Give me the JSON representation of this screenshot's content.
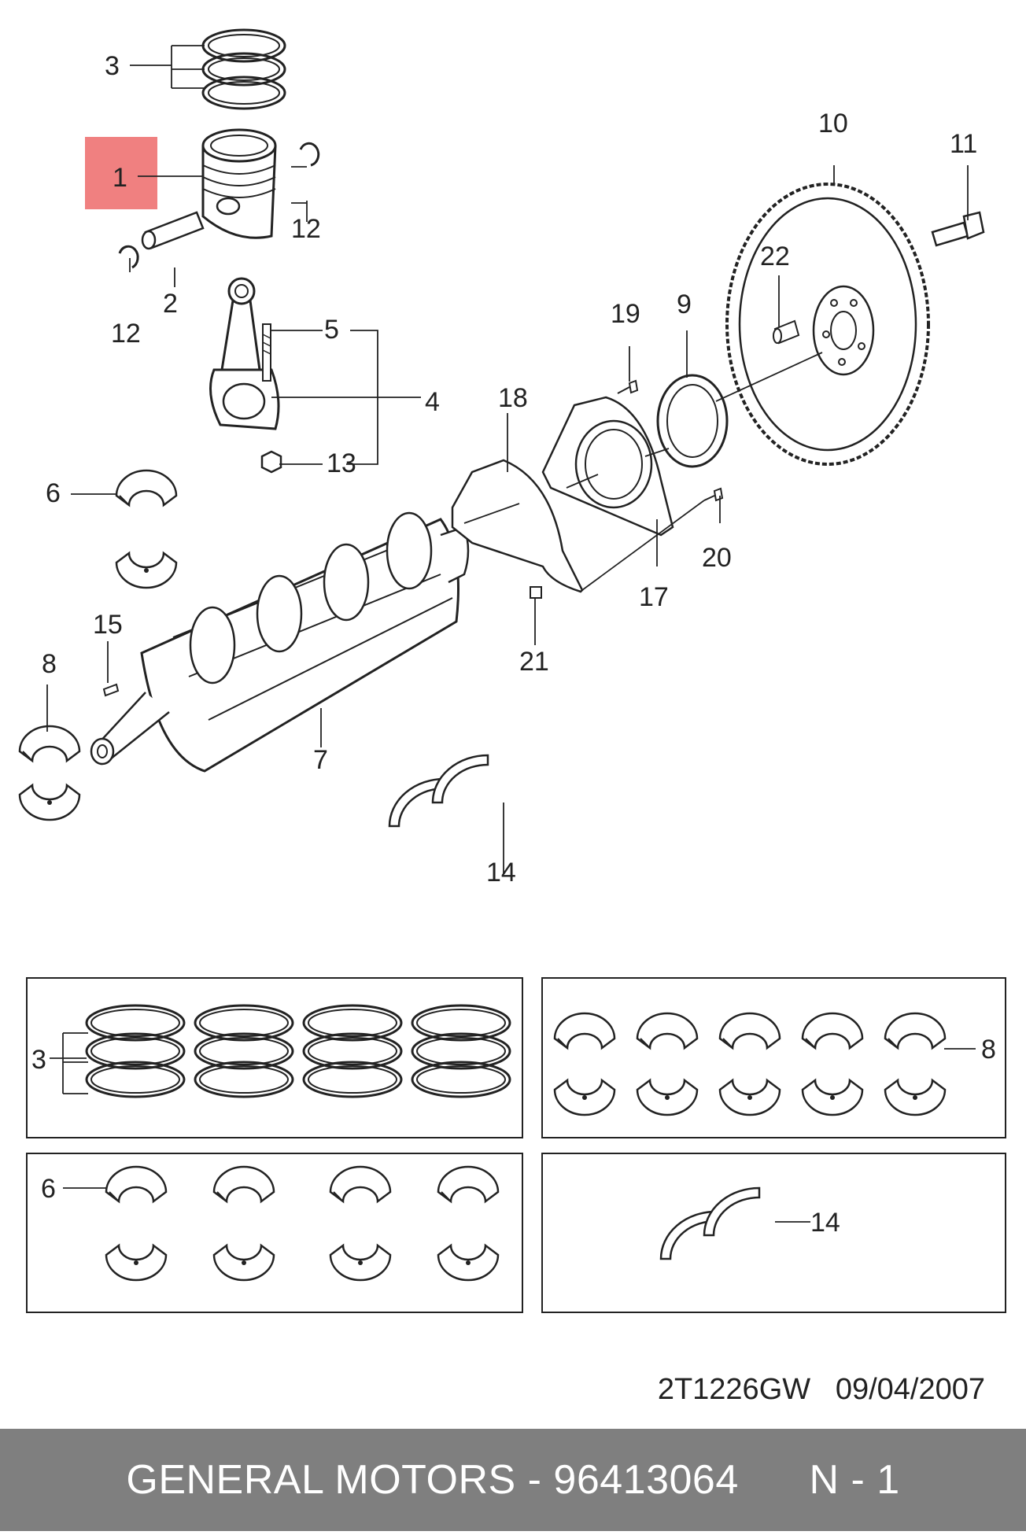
{
  "diagram": {
    "callouts": [
      "1",
      "2",
      "3",
      "4",
      "5",
      "6",
      "7",
      "8",
      "9",
      "10",
      "11",
      "12",
      "12",
      "13",
      "14",
      "15",
      "17",
      "18",
      "19",
      "20",
      "21",
      "22"
    ],
    "highlight_color": "#f08080",
    "detail_boxes": {
      "piston_rings_label": "3",
      "main_bearings_label": "8",
      "rod_bearings_label": "6",
      "thrust_washers_label": "14"
    }
  },
  "document": {
    "code": "2T1226GW",
    "date": "09/04/2007"
  },
  "footer": {
    "text": "GENERAL MOTORS - 96413064      N - 1",
    "background": "#7f7f7f"
  }
}
